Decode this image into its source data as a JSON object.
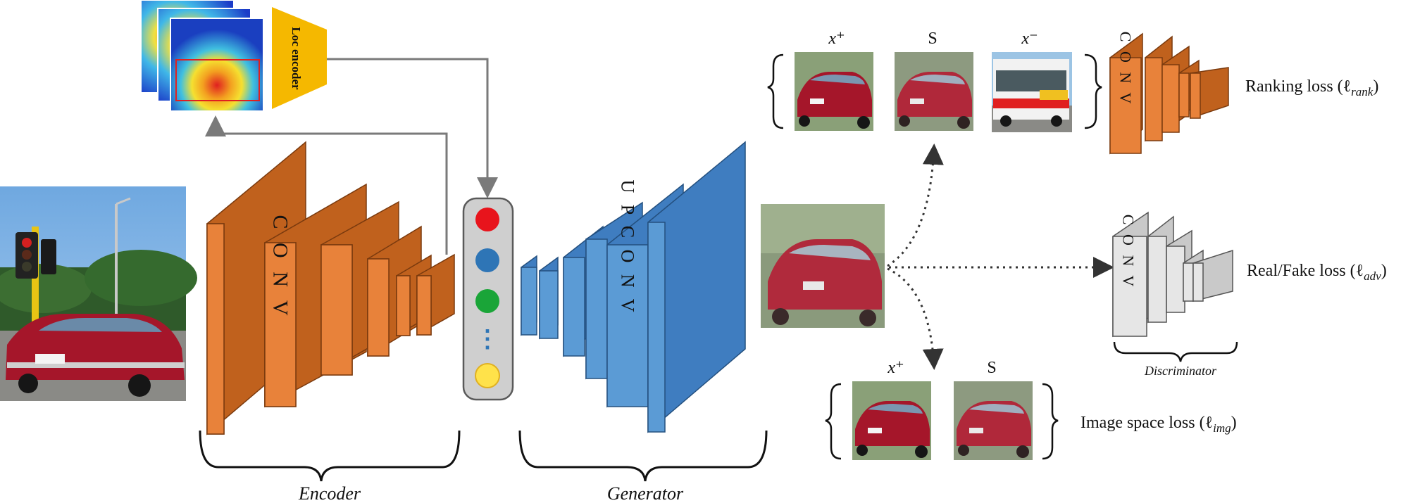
{
  "figure": {
    "encoder_block_label": "C O N V",
    "generator_block_label": "U P C O N V",
    "loc_encoder_label": "Loc encoder",
    "encoder_label": "Encoder",
    "generator_label": "Generator",
    "discriminator_label": "Discriminator",
    "disc_conv_label": "C O N V",
    "rank_conv_label": "C O N V",
    "xplus_top": "x⁺",
    "s_top": "S",
    "xminus_top": "x⁻",
    "xplus_bottom": "x⁺",
    "s_bottom": "S",
    "ranking_loss": "Ranking loss (ℓ",
    "ranking_loss_sub": "rank",
    "realfake_loss": "Real/Fake loss (ℓ",
    "realfake_loss_sub": "adv",
    "image_loss": "Image space loss (ℓ",
    "image_loss_sub": "img",
    "latent_ellipsis": "⋮"
  },
  "colors": {
    "encoder_orange": "#e8823a",
    "generator_blue": "#5b9bd5",
    "disc_gray": "#e4e4e4",
    "loc_yellow": "#f5b800",
    "latent_red": "#e8141c",
    "latent_blue": "#2e75b6",
    "latent_green": "#1aa538",
    "latent_yellow": "#ffe24a"
  }
}
